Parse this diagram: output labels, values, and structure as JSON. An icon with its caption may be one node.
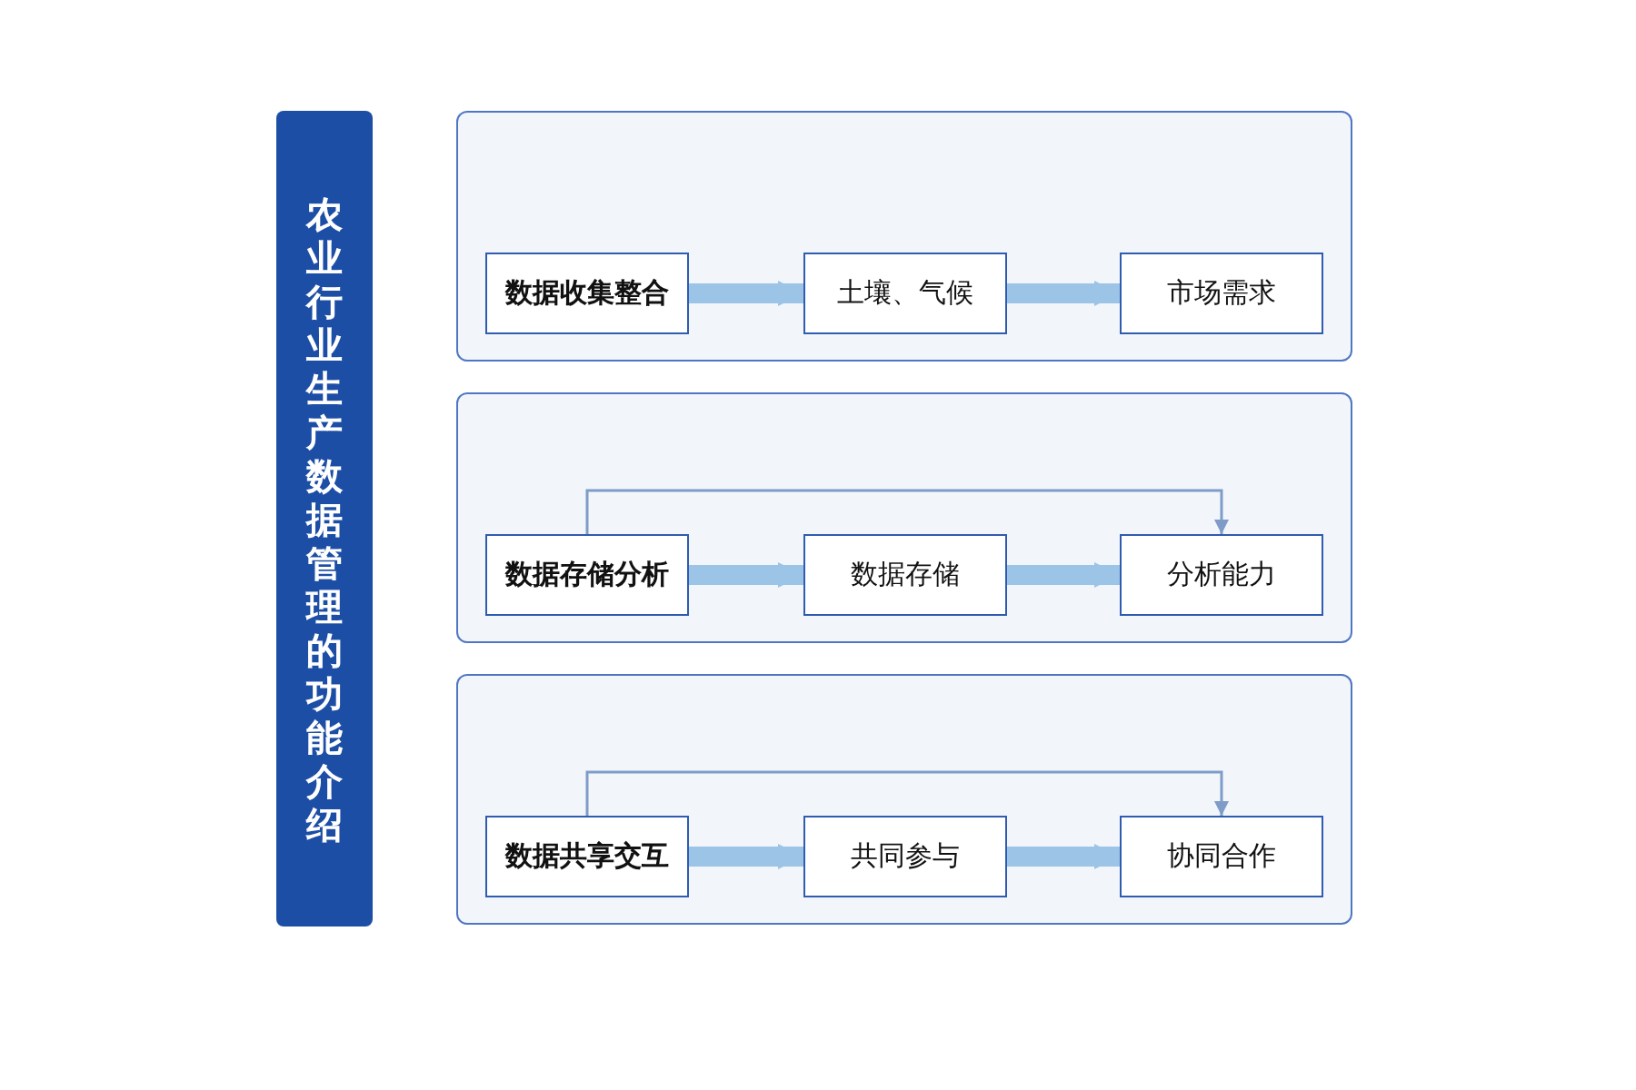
{
  "diagram": {
    "nodes": [
      {
        "text": [
          "农业行业生产数据管理的功能介绍"
        ]
      },
      {
        "text": [],
        "shape": "box"
      },
      {
        "text": [
          "数据收集整合"
        ],
        "in": 1
      },
      {
        "text": [
          "土壤、气候"
        ],
        "in": 1
      },
      {
        "text": [
          "市场需求"
        ],
        "in": 1
      },
      {
        "text": [],
        "shape": "box"
      },
      {
        "text": [
          "数据存储分析"
        ],
        "in": 5
      },
      {
        "text": [
          "数据存储"
        ],
        "in": 5
      },
      {
        "text": [
          "分析能力"
        ],
        "in": 5
      },
      {
        "text": [],
        "shape": "box"
      },
      {
        "text": [
          "数据共享交互"
        ],
        "in": 9
      },
      {
        "text": [
          "共同参与"
        ],
        "in": 9
      },
      {
        "text": [
          "协同合作"
        ],
        "in": 9
      }
    ],
    "edges": [
      {
        "from": 2,
        "to": 3,
        "arrow": "to"
      },
      {
        "from": 3,
        "to": 4,
        "arrow": "to"
      },
      {
        "from": 6,
        "to": 7,
        "arrow": "to"
      },
      {
        "from": 7,
        "to": 8,
        "arrow": "to"
      },
      {
        "from": 6,
        "to": 8,
        "arrow": "to",
        "color": "#7f9cc8"
      },
      {
        "from": 10,
        "to": 11,
        "arrow": "to"
      },
      {
        "from": 11,
        "to": 12,
        "arrow": "to"
      },
      {
        "from": 10,
        "to": 12,
        "arrow": "to",
        "color": "#7f9cc8"
      }
    ]
  }
}
